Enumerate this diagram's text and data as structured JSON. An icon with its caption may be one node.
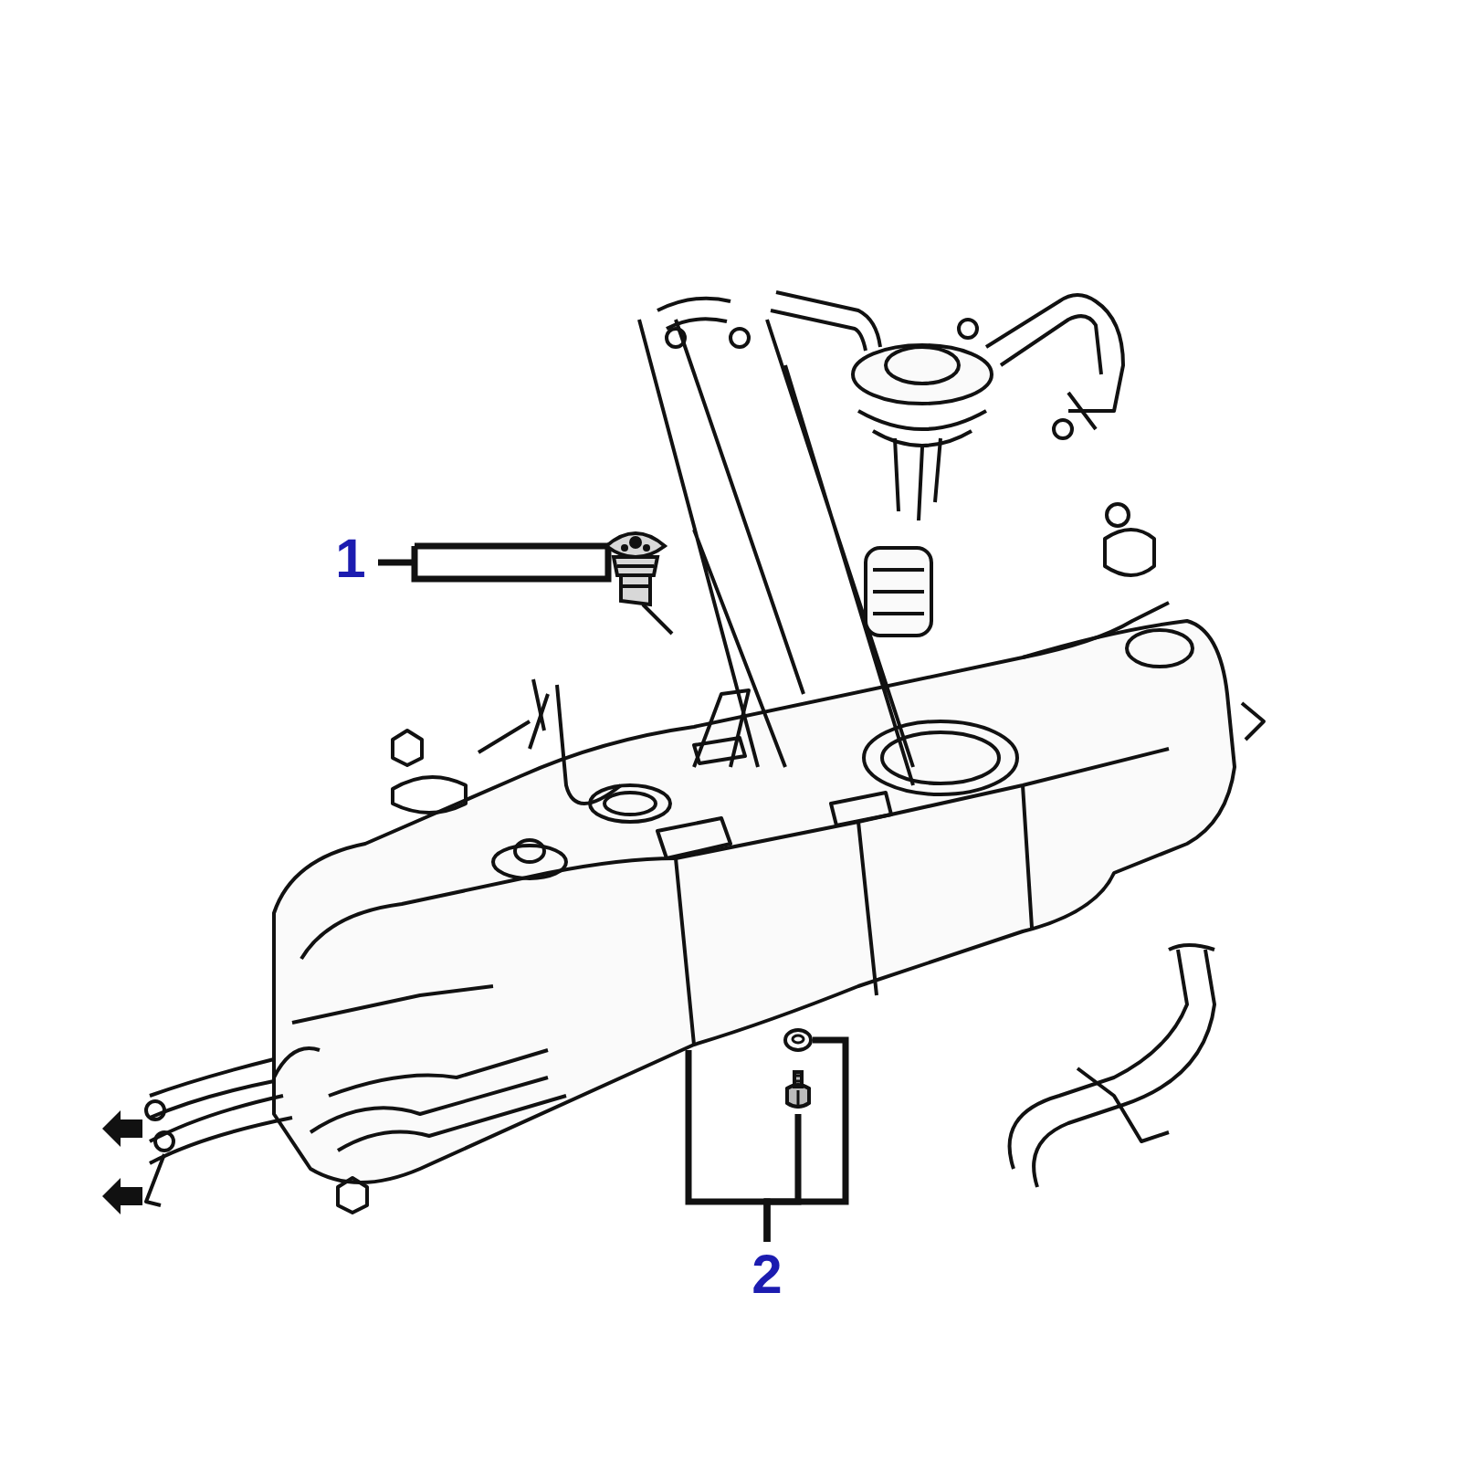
{
  "diagram": {
    "nodes": [
      {
        "text": [
          "1"
        ]
      },
      {
        "text": [],
        "shape": "picture"
      },
      {
        "text": [
          "2"
        ]
      },
      {
        "text": [],
        "shape": "picture"
      },
      {
        "text": [],
        "shape": "picture"
      }
    ],
    "edges": [
      {
        "from": 0,
        "to": 1,
        "arrow": "none"
      },
      {
        "from": 2,
        "to": null,
        "arrow": "none"
      },
      {
        "from": 2,
        "to": 3,
        "arrow": "none"
      },
      {
        "from": 2,
        "to": 4,
        "arrow": "none"
      }
    ]
  }
}
